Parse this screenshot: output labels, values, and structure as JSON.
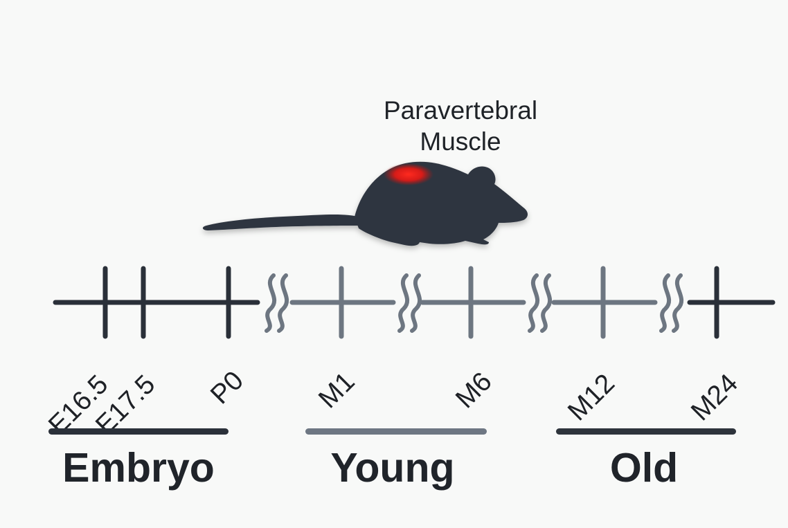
{
  "diagram": {
    "muscle_label": {
      "line1": "Paravertebral",
      "line2": "Muscle"
    },
    "timepoints": [
      {
        "label": "E16.5"
      },
      {
        "label": "E17.5"
      },
      {
        "label": "P0"
      },
      {
        "label": "M1"
      },
      {
        "label": "M6"
      },
      {
        "label": "M12"
      },
      {
        "label": "M24"
      }
    ],
    "groups": [
      {
        "label": "Embryo",
        "color": "#2b313a"
      },
      {
        "label": "Young",
        "color": "#6e7783"
      },
      {
        "label": "Old",
        "color": "#2e343c"
      }
    ],
    "colors": {
      "mouse": "#2f3540",
      "highlight": "#e8201c",
      "timeline_dark": "#2a3039",
      "timeline_light": "#6d7681"
    }
  }
}
